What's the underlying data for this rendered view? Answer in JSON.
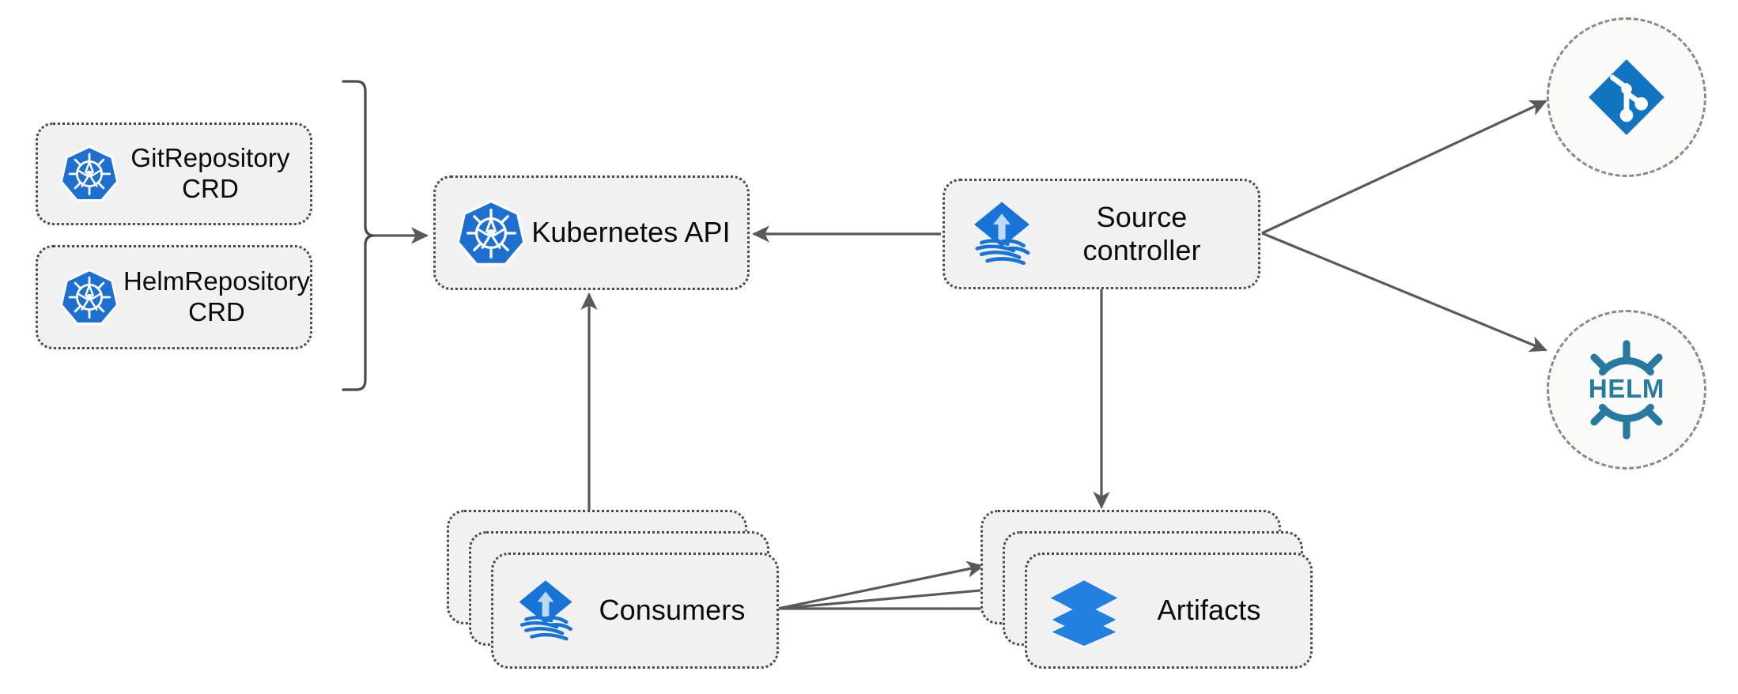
{
  "diagram": {
    "title": "Flux source-controller architecture",
    "background": "#ffffff",
    "node_fill": "#f1f1f1",
    "node_border": "#4a4a4a",
    "edge_color": "#595959",
    "accent_blue": "#1e74d4",
    "helm_blue": "#277a9f",
    "git_blue": "#1174c0",
    "k8s_blue": "#1f6fd0"
  },
  "crds": {
    "bracket_name": "crd-group-bracket",
    "items": [
      {
        "label": "GitRepository\nCRD",
        "icon": "kubernetes-icon"
      },
      {
        "label": "HelmRepository\nCRD",
        "icon": "kubernetes-icon"
      }
    ]
  },
  "nodes": {
    "kubernetes_api": {
      "label": "Kubernetes API",
      "icon": "kubernetes-icon"
    },
    "source_controller": {
      "label": "Source\ncontroller",
      "icon": "flux-source-controller-icon"
    },
    "consumers": {
      "label": "Consumers",
      "icon": "flux-source-controller-icon",
      "stack_count": 3
    },
    "artifacts": {
      "label": "Artifacts",
      "icon": "layers-icon",
      "stack_count": 3
    }
  },
  "external": {
    "git": {
      "label": "",
      "icon": "git-icon",
      "alt": "Git"
    },
    "helm": {
      "label": "HELM",
      "icon": "helm-icon",
      "alt": "Helm"
    }
  },
  "edges": [
    {
      "name": "crds-to-kubernetes-api",
      "from": "crd-group",
      "to": "kubernetes-api",
      "direction": "right"
    },
    {
      "name": "source-controller-to-kubernetes-api",
      "from": "source-controller",
      "to": "kubernetes-api",
      "direction": "left"
    },
    {
      "name": "consumers-to-kubernetes-api",
      "from": "consumers",
      "to": "kubernetes-api",
      "direction": "up"
    },
    {
      "name": "source-controller-to-artifacts",
      "from": "source-controller",
      "to": "artifacts",
      "direction": "down"
    },
    {
      "name": "source-controller-to-git",
      "from": "source-controller",
      "to": "git",
      "direction": "up-right"
    },
    {
      "name": "source-controller-to-helm",
      "from": "source-controller",
      "to": "helm",
      "direction": "down-right"
    },
    {
      "name": "consumers-to-artifacts-1",
      "from": "consumers",
      "to": "artifacts",
      "direction": "right"
    },
    {
      "name": "consumers-to-artifacts-2",
      "from": "consumers",
      "to": "artifacts",
      "direction": "right"
    },
    {
      "name": "consumers-to-artifacts-3",
      "from": "consumers",
      "to": "artifacts",
      "direction": "right"
    }
  ]
}
